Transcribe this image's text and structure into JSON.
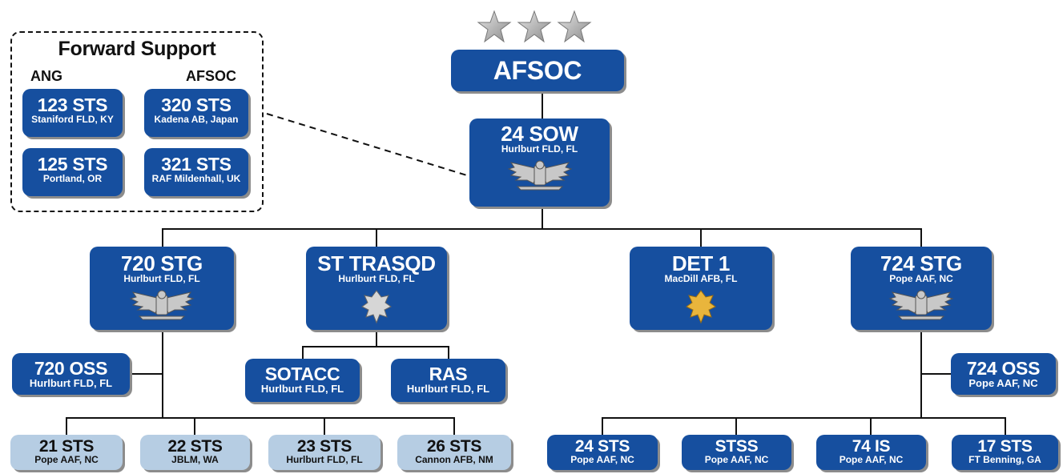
{
  "colors": {
    "unit_blue": "#164f9f",
    "unit_light": "#b6cde3",
    "line": "#111111",
    "shadow": "#8c8c8c"
  },
  "command": {
    "name": "AFSOC",
    "insignia": "three-stars-icon"
  },
  "wing": {
    "name": "24 SOW",
    "location": "Hurlburt FLD, FL",
    "insignia": "colonel-eagle-icon"
  },
  "forward_support": {
    "title": "Forward Support",
    "col_left": "ANG",
    "col_right": "AFSOC",
    "units": [
      {
        "name": "123 STS",
        "location": "Staniford FLD, KY"
      },
      {
        "name": "320 STS",
        "location": "Kadena AB, Japan"
      },
      {
        "name": "125 STS",
        "location": "Portland, OR"
      },
      {
        "name": "321 STS",
        "location": "RAF Mildenhall, UK"
      }
    ]
  },
  "groups": {
    "stg720": {
      "name": "720 STG",
      "location": "Hurlburt FLD, FL",
      "insignia": "colonel-eagle-icon"
    },
    "trasqd": {
      "name": "ST TRASQD",
      "location": "Hurlburt FLD, FL",
      "insignia": "lieutenant-colonel-oak-leaf-icon"
    },
    "det1": {
      "name": "DET 1",
      "location": "MacDill AFB, FL",
      "insignia": "major-oak-leaf-icon"
    },
    "stg724": {
      "name": "724 STG",
      "location": "Pope AAF, NC",
      "insignia": "colonel-eagle-icon"
    }
  },
  "support": {
    "oss720": {
      "name": "720 OSS",
      "location": "Hurlburt FLD, FL"
    },
    "sotacc": {
      "name": "SOTACC",
      "location": "Hurlburt FLD, FL"
    },
    "ras": {
      "name": "RAS",
      "location": "Hurlburt FLD, FL"
    },
    "oss724": {
      "name": "724 OSS",
      "location": "Pope AAF, NC"
    }
  },
  "squadrons_720": [
    {
      "name": "21 STS",
      "location": "Pope AAF, NC"
    },
    {
      "name": "22 STS",
      "location": "JBLM, WA"
    },
    {
      "name": "23 STS",
      "location": "Hurlburt FLD, FL"
    },
    {
      "name": "26 STS",
      "location": "Cannon AFB, NM"
    }
  ],
  "squadrons_724": [
    {
      "name": "24 STS",
      "location": "Pope AAF, NC"
    },
    {
      "name": "STSS",
      "location": "Pope AAF, NC"
    },
    {
      "name": "74 IS",
      "location": "Pope AAF, NC"
    },
    {
      "name": "17 STS",
      "location": "FT Benning, GA"
    }
  ]
}
